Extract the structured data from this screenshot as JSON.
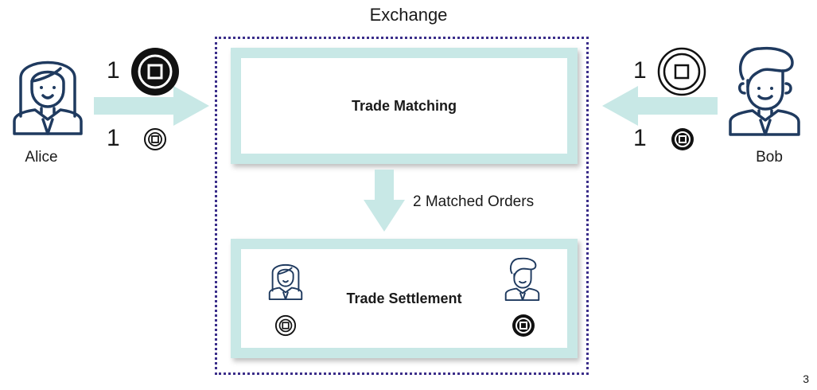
{
  "title": "Exchange",
  "alice": {
    "name": "Alice",
    "qty_large": "1",
    "qty_small": "1"
  },
  "bob": {
    "name": "Bob",
    "qty_large": "1",
    "qty_small": "1"
  },
  "trade_matching": {
    "label": "Trade Matching"
  },
  "matched": {
    "label": "2 Matched Orders"
  },
  "trade_settlement": {
    "label": "Trade Settlement"
  },
  "page_number": "3",
  "colors": {
    "arrow": "#c8e8e6",
    "border": "#3b2e8a",
    "icon": "#1f3a5f"
  }
}
